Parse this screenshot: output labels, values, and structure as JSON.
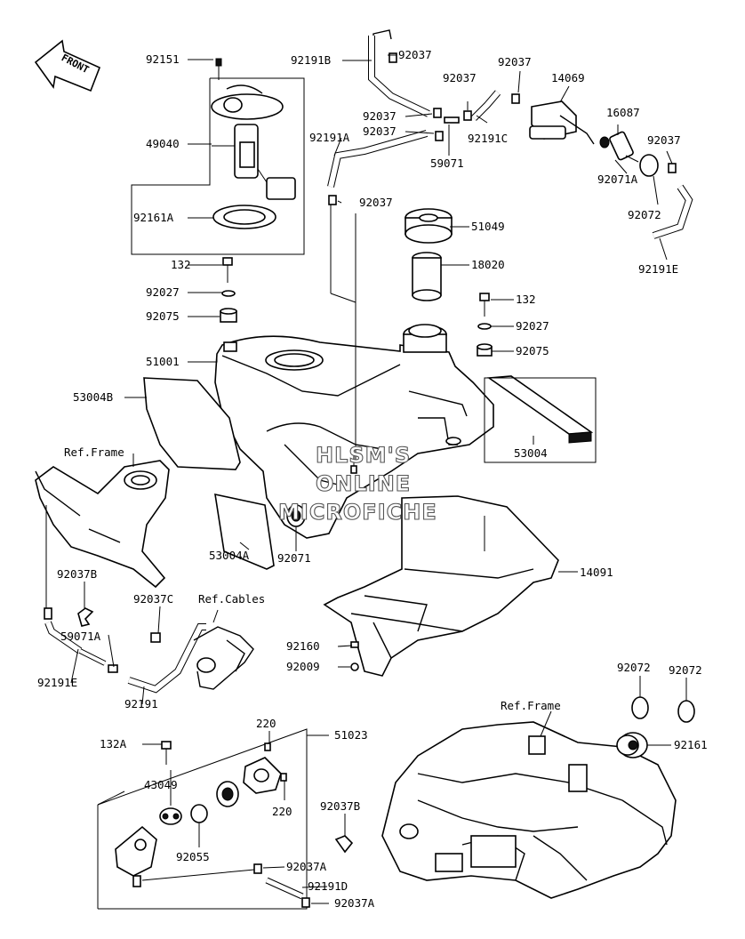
{
  "front_label": "FRONT",
  "watermark": [
    "HLSM'S",
    "ONLINE",
    "MICROFICHE"
  ],
  "notes": [
    "Ref.Frame",
    "Ref.Cables",
    "Ref.Frame"
  ],
  "parts": [
    "92151",
    "49040",
    "92161A",
    "132",
    "92027",
    "92075",
    "51001",
    "53004B",
    "92191B",
    "92037",
    "92037",
    "92037",
    "92037",
    "92037",
    "92191A",
    "59071",
    "92191C",
    "92037",
    "14069",
    "16087",
    "92037",
    "92071A",
    "92072",
    "92191E",
    "51049",
    "18020",
    "132",
    "92027",
    "92075",
    "53004",
    "53004A",
    "92071",
    "14091",
    "92037B",
    "92037C",
    "59071A",
    "92191E",
    "92191",
    "92160",
    "92009",
    "132A",
    "51023",
    "220",
    "220",
    "43049",
    "92055",
    "92037B",
    "92037A",
    "92191D",
    "92037A",
    "92072",
    "92072",
    "92161"
  ]
}
